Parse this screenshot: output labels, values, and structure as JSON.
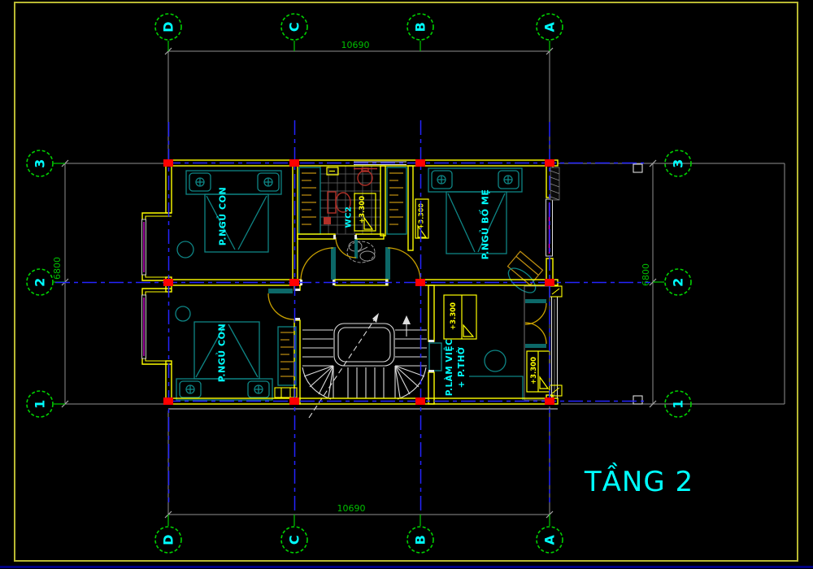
{
  "drawing": {
    "title": "TẦNG 2",
    "grid": {
      "columns": [
        {
          "label": "D"
        },
        {
          "label": "C"
        },
        {
          "label": "B"
        },
        {
          "label": "A"
        }
      ],
      "rows": [
        {
          "label": "3"
        },
        {
          "label": "2"
        },
        {
          "label": "1"
        }
      ]
    },
    "dimensions": {
      "width_top": "10690",
      "width_bottom": "10690",
      "height_left": "6800",
      "height_right": "6800"
    },
    "rooms": {
      "bedroom_top": "P.NGỦ CON",
      "bedroom_bottom": "P.NGỦ CON",
      "wc": "WC2",
      "master_bedroom": "P.NGỦ BỐ MẸ",
      "work_room_line1": "P.LÀM VIỆC",
      "work_room_line2": "+ P.THỜ"
    },
    "levels": {
      "wc": "+3.300",
      "master": "+3.300",
      "work_top": "+3.300",
      "work_bottom": "+3.300"
    },
    "colors": {
      "background": "#000000",
      "frame": "#b8b832",
      "grid_centerline": "#2424ff",
      "grid_bubble": "#00d000",
      "dimension_line": "#8f8f8f",
      "dimension_text": "#00c000",
      "wall": "#ffff00",
      "column_fill": "#ff0000",
      "furniture": "#0e8585",
      "room_label": "#00ffff",
      "window_glass": "#ff00ff",
      "wardrobe_hatch": "#c09010",
      "plumbing_fixture": "#b03028",
      "stairs": "#dcdcdc"
    }
  }
}
